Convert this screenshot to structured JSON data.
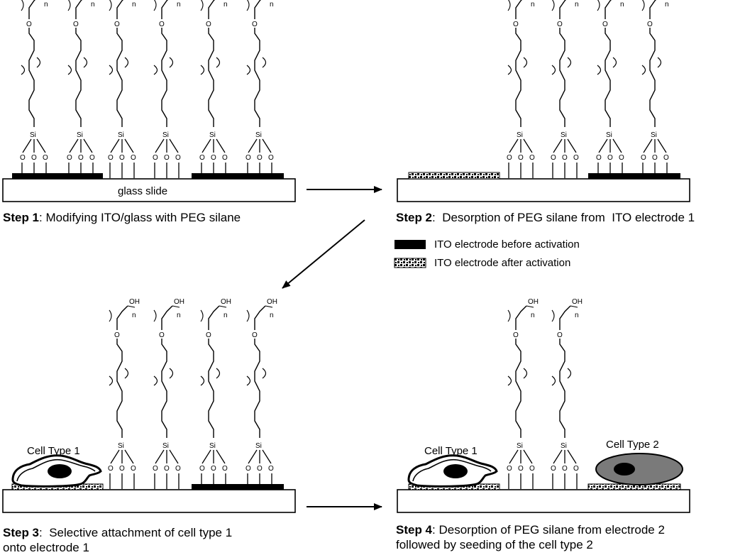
{
  "colors": {
    "line": "#000000",
    "electrode_before": "#000000",
    "cell_type_2_fill": "#7a7a7a"
  },
  "labels": {
    "glass_slide": "glass slide",
    "si": "Si",
    "o": "O",
    "oh": "OH",
    "n": "n",
    "cell_type_1": "Cell Type 1",
    "cell_type_2": "Cell Type 2"
  },
  "steps": [
    {
      "step": "Step 1",
      "text": ": Modifying ITO/glass with PEG silane"
    },
    {
      "step": "Step 2",
      "text": ":  Desorption of PEG silane from  ITO electrode 1"
    },
    {
      "step": "Step 3",
      "text": ":  Selective attachment of cell type 1",
      "text2": "onto electrode 1"
    },
    {
      "step": "Step 4",
      "text": ": Desorption of PEG silane from electrode 2",
      "text2": "followed by seeding of the cell type 2"
    }
  ],
  "legend": [
    {
      "icon": "solid-electrode-icon",
      "label": "ITO electrode before activation"
    },
    {
      "icon": "dotted-electrode-icon",
      "label": "ITO electrode after activation"
    }
  ]
}
